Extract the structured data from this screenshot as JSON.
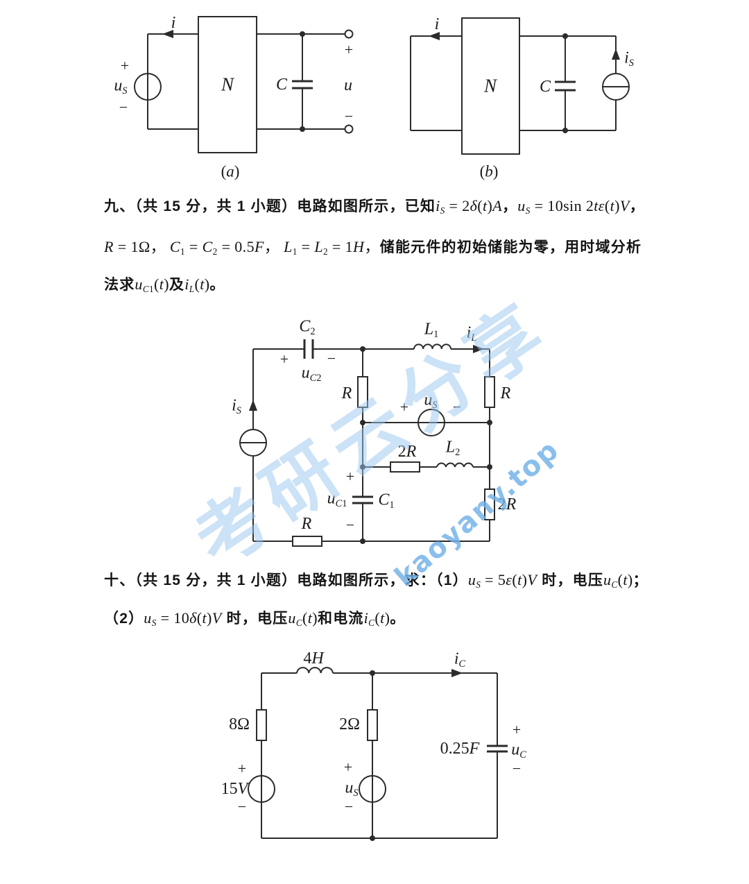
{
  "watermark": {
    "cn": "考研云分享",
    "site": "kaoyany.top",
    "color_cn": "#97c5f0",
    "color_site": "#70b1e8"
  },
  "problem9": {
    "lines": [
      [
        {
          "t": "九、（共 15 分，共 1 小题）电路如图所示，已知",
          "cn": 1
        },
        {
          "t": "i",
          "it": 1
        },
        {
          "t": "S",
          "it": 1,
          "sub": 1
        },
        {
          "t": " = 2"
        },
        {
          "t": "δ",
          "it": 1
        },
        {
          "t": "("
        },
        {
          "t": "t",
          "it": 1
        },
        {
          "t": ")"
        },
        {
          "t": "A",
          "it": 1
        },
        {
          "t": "，",
          "cn": 1
        },
        {
          "t": "u",
          "it": 1
        },
        {
          "t": "S",
          "it": 1,
          "sub": 1
        },
        {
          "t": " = 10sin 2"
        },
        {
          "t": "t",
          "it": 1
        },
        {
          "t": "ε",
          "it": 1
        },
        {
          "t": "("
        },
        {
          "t": "t",
          "it": 1
        },
        {
          "t": ")"
        },
        {
          "t": "V",
          "it": 1
        },
        {
          "t": "，",
          "cn": 1
        }
      ],
      [
        {
          "t": "R",
          "it": 1
        },
        {
          "t": " = 1Ω，  "
        },
        {
          "t": "C",
          "it": 1
        },
        {
          "t": "1",
          "sub": 1
        },
        {
          "t": " = "
        },
        {
          "t": "C",
          "it": 1
        },
        {
          "t": "2",
          "sub": 1
        },
        {
          "t": " = 0.5"
        },
        {
          "t": "F",
          "it": 1
        },
        {
          "t": "，  "
        },
        {
          "t": "L",
          "it": 1
        },
        {
          "t": "1",
          "sub": 1
        },
        {
          "t": " = "
        },
        {
          "t": "L",
          "it": 1
        },
        {
          "t": "2",
          "sub": 1
        },
        {
          "t": " = 1"
        },
        {
          "t": "H",
          "it": 1
        },
        {
          "t": "，"
        },
        {
          "t": "储能元件的初始储能为零，用时域分析",
          "cn": 1
        }
      ],
      [
        {
          "t": "法求",
          "cn": 1
        },
        {
          "t": "u",
          "it": 1
        },
        {
          "t": "C",
          "it": 1,
          "sub": 1
        },
        {
          "t": "1",
          "sub": 1
        },
        {
          "t": "("
        },
        {
          "t": "t",
          "it": 1
        },
        {
          "t": ")"
        },
        {
          "t": "及",
          "cn": 1
        },
        {
          "t": "i",
          "it": 1
        },
        {
          "t": "L",
          "it": 1,
          "sub": 1
        },
        {
          "t": "("
        },
        {
          "t": "t",
          "it": 1
        },
        {
          "t": ")"
        },
        {
          "t": "。",
          "cn": 1
        }
      ]
    ]
  },
  "problem10": {
    "lines": [
      [
        {
          "t": "十、（共 15 分，共 1 小题）电路如图所示，求：（1）",
          "cn": 1
        },
        {
          "t": "u",
          "it": 1
        },
        {
          "t": "S",
          "it": 1,
          "sub": 1
        },
        {
          "t": " = 5"
        },
        {
          "t": "ε",
          "it": 1
        },
        {
          "t": "("
        },
        {
          "t": "t",
          "it": 1
        },
        {
          "t": ")"
        },
        {
          "t": "V",
          "it": 1
        },
        {
          "t": " 时，电压",
          "cn": 1
        },
        {
          "t": "u",
          "it": 1
        },
        {
          "t": "C",
          "it": 1,
          "sub": 1
        },
        {
          "t": "("
        },
        {
          "t": "t",
          "it": 1
        },
        {
          "t": ")"
        },
        {
          "t": "；",
          "cn": 1
        }
      ],
      [
        {
          "t": "（2）",
          "cn": 1
        },
        {
          "t": "u",
          "it": 1
        },
        {
          "t": "S",
          "it": 1,
          "sub": 1
        },
        {
          "t": " = 10"
        },
        {
          "t": "δ",
          "it": 1
        },
        {
          "t": "("
        },
        {
          "t": "t",
          "it": 1
        },
        {
          "t": ")"
        },
        {
          "t": "V",
          "it": 1
        },
        {
          "t": " 时，电压",
          "cn": 1
        },
        {
          "t": "u",
          "it": 1
        },
        {
          "t": "C",
          "it": 1,
          "sub": 1
        },
        {
          "t": "("
        },
        {
          "t": "t",
          "it": 1
        },
        {
          "t": ")"
        },
        {
          "t": "和电流",
          "cn": 1
        },
        {
          "t": "i",
          "it": 1
        },
        {
          "t": "C",
          "it": 1,
          "sub": 1
        },
        {
          "t": "("
        },
        {
          "t": "t",
          "it": 1
        },
        {
          "t": ")"
        },
        {
          "t": "。",
          "cn": 1
        }
      ]
    ]
  },
  "circuit_a": {
    "current": [
      {
        "t": "i",
        "it": 1
      }
    ],
    "src_plus": "+",
    "source": [
      {
        "t": "u",
        "it": 1
      },
      {
        "t": "S",
        "it": 1,
        "sub": 1
      }
    ],
    "src_minus": "−",
    "network": [
      {
        "t": "N",
        "it": 1
      }
    ],
    "cap": [
      {
        "t": "C",
        "it": 1
      }
    ],
    "out_plus": "+",
    "output": [
      {
        "t": "u",
        "it": 1
      }
    ],
    "out_minus": "−",
    "caption": [
      {
        "t": "("
      },
      {
        "t": "a",
        "it": 1
      },
      {
        "t": ")"
      }
    ]
  },
  "circuit_b": {
    "current": [
      {
        "t": "i",
        "it": 1
      }
    ],
    "network": [
      {
        "t": "N",
        "it": 1
      }
    ],
    "cap": [
      {
        "t": "C",
        "it": 1
      }
    ],
    "source": [
      {
        "t": "i",
        "it": 1
      },
      {
        "t": "S",
        "it": 1,
        "sub": 1
      }
    ],
    "caption": [
      {
        "t": "("
      },
      {
        "t": "b",
        "it": 1
      },
      {
        "t": ")"
      }
    ]
  },
  "circuit_9": {
    "c2": [
      {
        "t": "C",
        "it": 1
      },
      {
        "t": "2",
        "sub": 1
      }
    ],
    "c2_plus": "+",
    "c2_minus": "−",
    "uc2": [
      {
        "t": "u",
        "it": 1
      },
      {
        "t": "C",
        "it": 1,
        "sub": 1
      },
      {
        "t": "2",
        "sub": 1
      }
    ],
    "l1": [
      {
        "t": "L",
        "it": 1
      },
      {
        "t": "1",
        "sub": 1
      }
    ],
    "il": [
      {
        "t": "i",
        "it": 1
      },
      {
        "t": "L",
        "it": 1,
        "sub": 1
      }
    ],
    "is": [
      {
        "t": "i",
        "it": 1
      },
      {
        "t": "S",
        "it": 1,
        "sub": 1
      }
    ],
    "r_mid": [
      {
        "t": "R",
        "it": 1
      }
    ],
    "r_right": [
      {
        "t": "R",
        "it": 1
      }
    ],
    "us_plus": "+",
    "us": [
      {
        "t": "u",
        "it": 1
      },
      {
        "t": "S",
        "it": 1,
        "sub": 1
      }
    ],
    "us_minus": "−",
    "r2a": [
      {
        "t": "2"
      },
      {
        "t": "R",
        "it": 1
      }
    ],
    "l2": [
      {
        "t": "L",
        "it": 1
      },
      {
        "t": "2",
        "sub": 1
      }
    ],
    "c1_plus": "+",
    "uc1": [
      {
        "t": "u",
        "it": 1
      },
      {
        "t": "C",
        "it": 1,
        "sub": 1
      },
      {
        "t": "1",
        "sub": 1
      }
    ],
    "c1": [
      {
        "t": "C",
        "it": 1
      },
      {
        "t": "1",
        "sub": 1
      }
    ],
    "c1_minus": "−",
    "r2b": [
      {
        "t": "2"
      },
      {
        "t": "R",
        "it": 1
      }
    ],
    "r_bottom": [
      {
        "t": "R",
        "it": 1
      }
    ]
  },
  "circuit_10": {
    "l": [
      {
        "t": "4"
      },
      {
        "t": "H",
        "it": 1
      }
    ],
    "ic": [
      {
        "t": "i",
        "it": 1
      },
      {
        "t": "C",
        "it": 1,
        "sub": 1
      }
    ],
    "r1": "8Ω",
    "r2": "2Ω",
    "cap": [
      {
        "t": "0.25"
      },
      {
        "t": "F",
        "it": 1
      }
    ],
    "uc_plus": "+",
    "uc": [
      {
        "t": "u",
        "it": 1
      },
      {
        "t": "C",
        "it": 1,
        "sub": 1
      }
    ],
    "uc_minus": "−",
    "v1_plus": "+",
    "v1": [
      {
        "t": "15"
      },
      {
        "t": "V",
        "it": 1
      }
    ],
    "v1_minus": "−",
    "us_plus": "+",
    "us": [
      {
        "t": "u",
        "it": 1
      },
      {
        "t": "S",
        "it": 1,
        "sub": 1
      }
    ],
    "us_minus": "−"
  }
}
